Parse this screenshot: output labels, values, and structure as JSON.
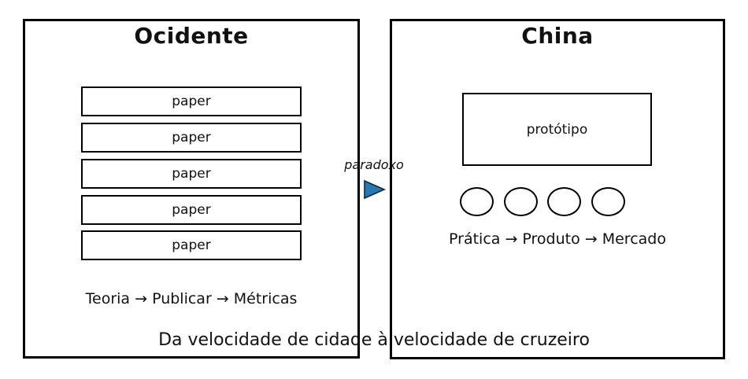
{
  "left_panel": {
    "title": "Ocidente",
    "papers": [
      "paper",
      "paper",
      "paper",
      "paper",
      "paper"
    ],
    "caption": "Teoria → Publicar → Métricas"
  },
  "right_panel": {
    "title": "China",
    "prototype_label": "protótipo",
    "ellipse_count": 4,
    "caption": "Prática → Produto → Mercado"
  },
  "arrow": {
    "label": "paradoxo",
    "fill_color": "#2679b2",
    "stroke_color": "#10283d"
  },
  "footer": {
    "caption": "Da velocidade de cidade à velocidade de cruzeiro"
  },
  "colors": {
    "background": "#ffffff",
    "line": "#000000"
  }
}
